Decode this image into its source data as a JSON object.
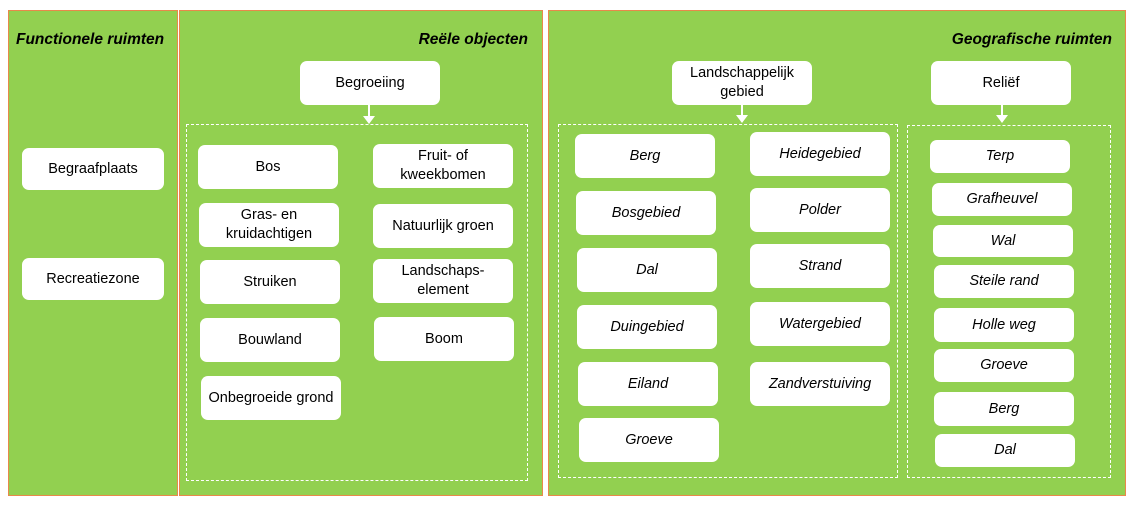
{
  "panels": {
    "functional": {
      "title": "Functionele ruimten",
      "items": [
        "Begraafplaats",
        "Recreatiezone"
      ]
    },
    "real": {
      "title": "Reële objecten",
      "parent": "Begroeiing",
      "left_items": [
        "Bos",
        "Gras- en kruidachtigen",
        "Struiken",
        "Bouwland",
        "Onbegroeide grond"
      ],
      "right_items": [
        "Fruit- of kweekbomen",
        "Natuurlijk groen",
        "Landschaps-element",
        "Boom"
      ]
    },
    "geographic": {
      "title": "Geografische ruimten",
      "landscape_parent": "Landschappelijk gebied",
      "landscape_left": [
        "Berg",
        "Bosgebied",
        "Dal",
        "Duingebied",
        "Eiland",
        "Groeve"
      ],
      "landscape_right": [
        "Heidegebied",
        "Polder",
        "Strand",
        "Watergebied",
        "Zandverstuiving"
      ],
      "relief_parent": "Reliëf",
      "relief_items": [
        "Terp",
        "Grafheuvel",
        "Wal",
        "Steile rand",
        "Holle weg",
        "Groeve",
        "Berg",
        "Dal"
      ]
    }
  },
  "colors": {
    "panel_fill": "#92d050",
    "panel_border": "#e8894a",
    "node_fill": "#ffffff"
  }
}
